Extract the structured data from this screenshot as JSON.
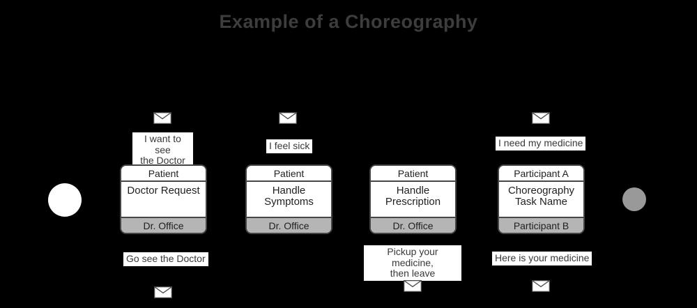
{
  "title": "Example of a Choreography",
  "colors": {
    "page_bg": "#000000",
    "title_text": "#3d3d3d",
    "box_bg": "#ffffff",
    "box_border": "#454545",
    "box_text": "#1f1f1f",
    "band_bg": "#b5b5b5",
    "label_bg": "#ffffff",
    "label_text": "#383838",
    "start_event_fill": "#ffffff",
    "end_event_fill": "#999999",
    "envelope_fill": "#ffffff",
    "envelope_stroke": "#4a4a4a"
  },
  "tasks": [
    {
      "initiator": "Patient",
      "name": "Doctor Request",
      "receiver": "Dr. Office"
    },
    {
      "initiator": "Patient",
      "name": "Handle\nSymptoms",
      "receiver": "Dr. Office"
    },
    {
      "initiator": "Patient",
      "name": "Handle\nPrescription",
      "receiver": "Dr. Office"
    },
    {
      "initiator": "Participant A",
      "name": "Choreography\nTask Name",
      "receiver": "Participant B"
    }
  ],
  "messages": {
    "top": [
      "I want to see\nthe Doctor",
      "I feel sick",
      "I need my medicine"
    ],
    "bottom": [
      "Go see the Doctor",
      "Pickup your medicine,\nthen leave",
      "Here is your medicine"
    ]
  }
}
